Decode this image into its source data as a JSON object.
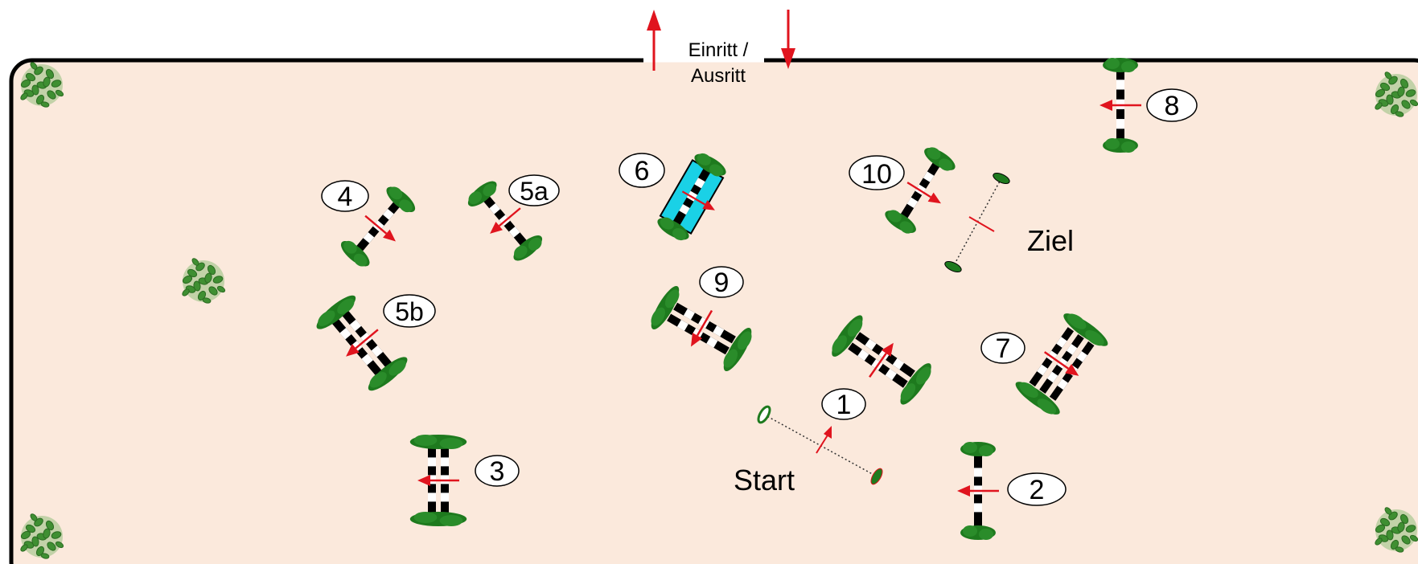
{
  "entrance": {
    "line1": "Einritt /",
    "line2": "Ausritt"
  },
  "start_label": "Start",
  "finish_label": "Ziel",
  "fence_numbers": {
    "f1": "1",
    "f2": "2",
    "f3": "3",
    "f4": "4",
    "f5a": "5a",
    "f5b": "5b",
    "f6": "6",
    "f7": "7",
    "f8": "8",
    "f9": "9",
    "f10": "10"
  },
  "colors": {
    "arena_fill": "#fbe9dc",
    "arena_border": "#000000",
    "arrow": "#e0141e",
    "pole_dark": "#000000",
    "pole_light": "#ffffff",
    "wing": "#1e7a1e",
    "water": "#1ad1e6",
    "shrub": "#4a9a3a"
  }
}
